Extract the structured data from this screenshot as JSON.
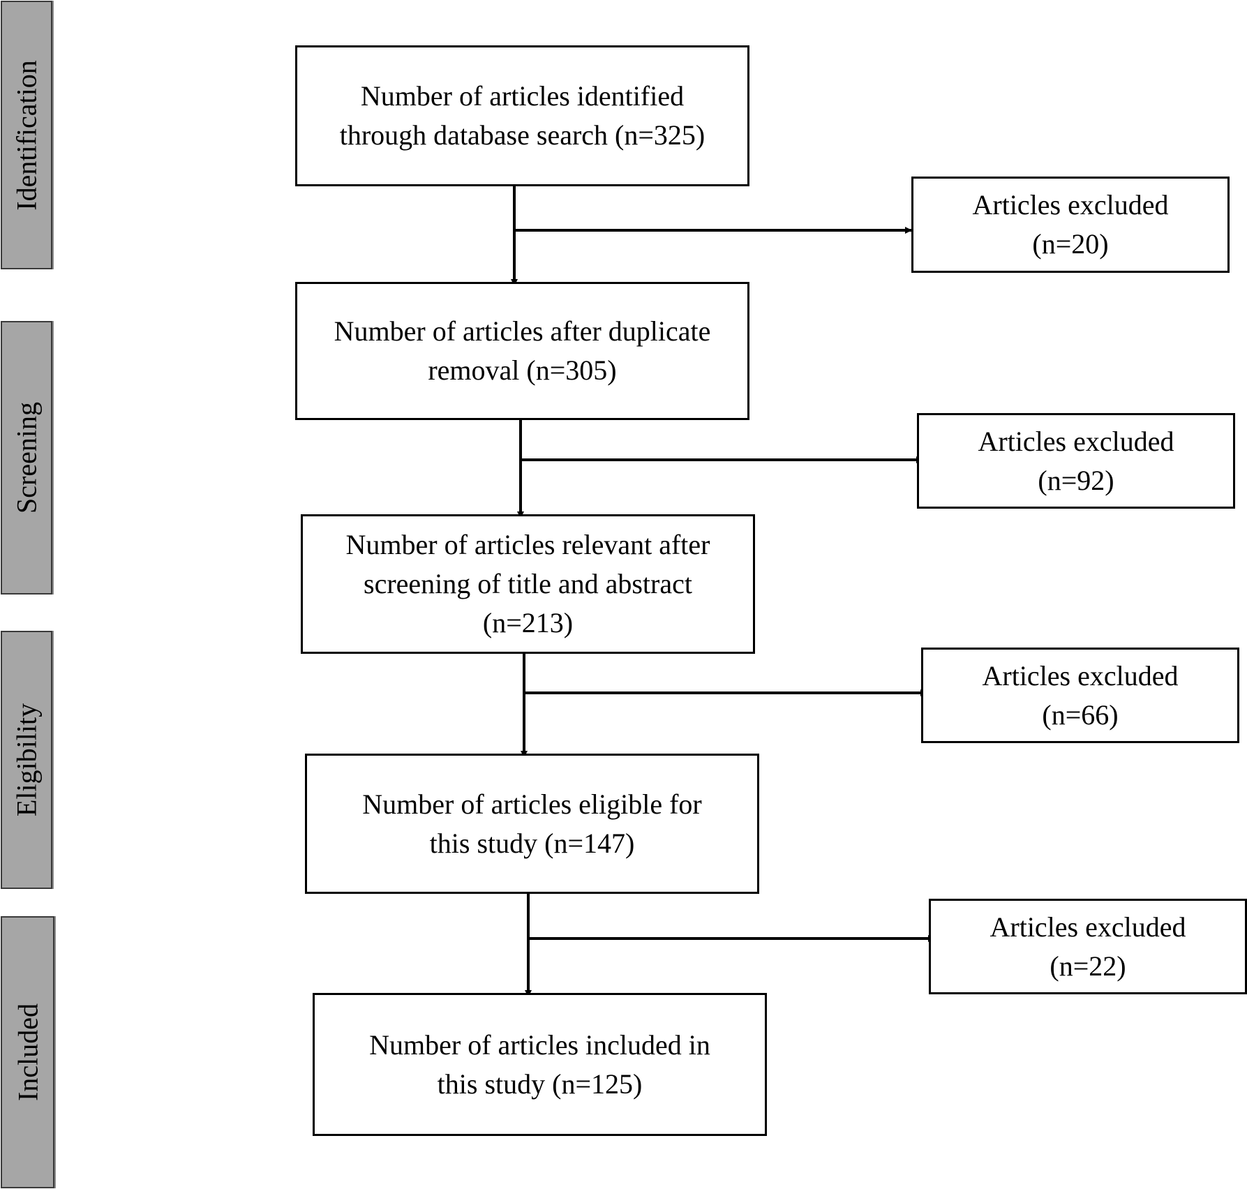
{
  "stages": [
    {
      "id": "identification",
      "label": "Identification"
    },
    {
      "id": "screening",
      "label": "Screening"
    },
    {
      "id": "eligibility",
      "label": "Eligibility"
    },
    {
      "id": "included",
      "label": "Included"
    }
  ],
  "main_boxes": [
    {
      "id": "identified",
      "text": "Number of articles identified\nthrough database search (n=325)"
    },
    {
      "id": "after-duplicates",
      "text": "Number of articles after duplicate\nremoval (n=305)"
    },
    {
      "id": "relevant",
      "text": "Number of articles relevant after\nscreening of title and abstract\n(n=213)"
    },
    {
      "id": "eligible",
      "text": "Number of articles eligible for\nthis study (n=147)"
    },
    {
      "id": "included",
      "text": "Number of articles included in\nthis study (n=125)"
    }
  ],
  "exclusion_boxes": [
    {
      "id": "excluded-1",
      "text": "Articles excluded\n(n=20)"
    },
    {
      "id": "excluded-2",
      "text": "Articles excluded\n(n=92)"
    },
    {
      "id": "excluded-3",
      "text": "Articles excluded\n(n=66)"
    },
    {
      "id": "excluded-4",
      "text": "Articles excluded\n(n=22)"
    }
  ]
}
